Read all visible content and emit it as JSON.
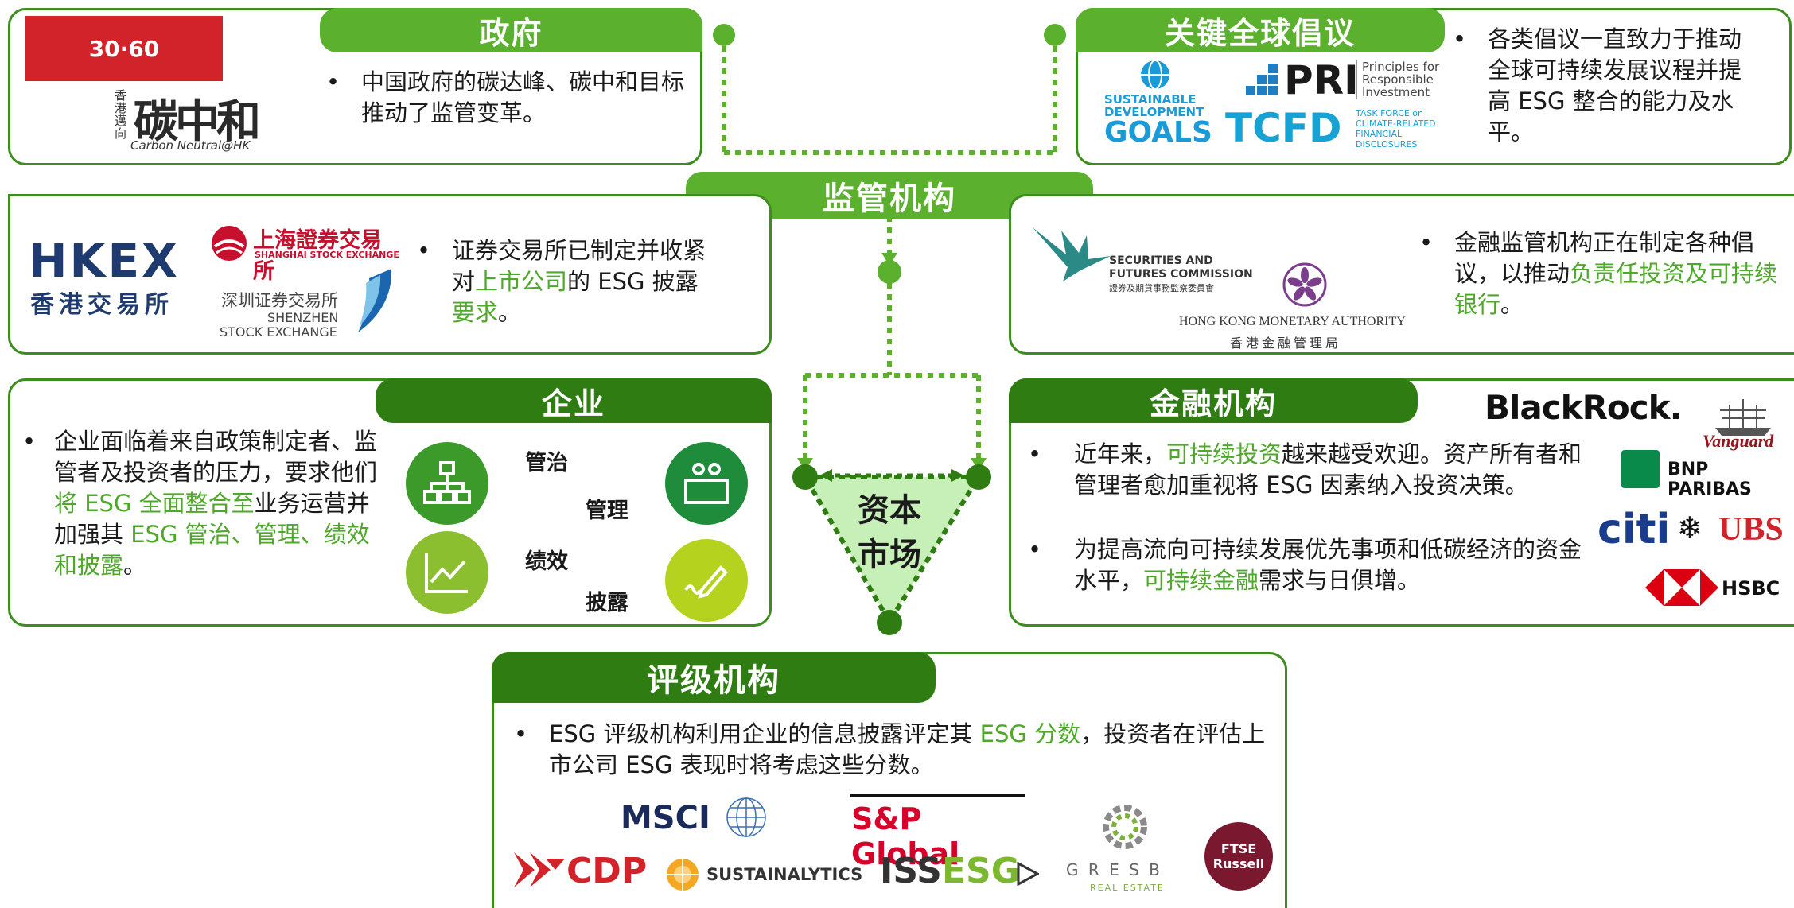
{
  "government": {
    "title": "政府",
    "badge": "30·60",
    "logo_hk_prefix": "香港邁向",
    "logo_main": "碳中和",
    "logo_sub": "Carbon Neutral@HK",
    "bullet": "中国政府的碳达峰、碳中和目标推动了监管变革。"
  },
  "initiatives": {
    "title": "关键全球倡议",
    "sdg": [
      "SUSTAINABLE",
      "DEVELOPMENT",
      "GOALS"
    ],
    "pri": "PRI",
    "pri_sub": [
      "Principles for",
      "Responsible",
      "Investment"
    ],
    "tcfd": "TCFD",
    "tcfd_sub": [
      "TASK FORCE on",
      "CLIMATE-RELATED",
      "FINANCIAL",
      "DISCLOSURES"
    ],
    "bullet": "各类倡议一直致力于推动全球可持续发展议程并提高 ESG 整合的能力及水平。"
  },
  "regulators": {
    "title": "监管机构"
  },
  "exchanges": {
    "hkex": "HKEX",
    "hkex_cn": "香港交易所",
    "sse_cn": "上海證券交易所",
    "sse_en": "SHANGHAI STOCK EXCHANGE",
    "szse_cn": "深圳证券交易所",
    "szse_en1": "SHENZHEN",
    "szse_en2": "STOCK EXCHANGE",
    "b1": "证券交易所已制定并收紧对",
    "b_hl1": "上市公司",
    "b2": "的 ESG 披露",
    "b_hl2": "要求",
    "b3": "。"
  },
  "financial_regulators": {
    "sfc_en1": "SECURITIES AND",
    "sfc_en2": "FUTURES COMMISSION",
    "sfc_cn": "證券及期貨事務監察委員會",
    "hkma_en": "HONG KONG MONETARY AUTHORITY",
    "hkma_cn": "香 港 金 融 管 理 局",
    "b1": "金融监管机构正在制定各种倡议，以推动",
    "b_hl": "负责任投资及可持续银行",
    "b2": "。"
  },
  "corporates": {
    "title": "企业",
    "b1": "企业面临着来自政策制定者、监管者及投资者的压力，要求他们",
    "b_hl1": "将 ESG 全面整合至",
    "b2": "业务运营并加强其 ",
    "b_hl2": "ESG 管治、管理、绩效和披露",
    "b3": "。",
    "labels": {
      "governance": "管治",
      "management": "管理",
      "performance": "绩效",
      "disclosure": "披露"
    }
  },
  "capital_market": {
    "line1": "资本",
    "line2": "市场"
  },
  "financial_institutions": {
    "title": "金融机构",
    "b1_1": "近年来，",
    "b1_hl": "可持续投资",
    "b1_2": "越来越受欢迎。资产所有者和管理者愈加重视将 ESG 因素纳入投资决策。",
    "b2_1": "为提高流向可持续发展优先事项和低碳经济的资金水平，",
    "b2_hl": "可持续金融",
    "b2_2": "需求与日俱增。",
    "logos": {
      "blackrock": "BlackRock.",
      "vanguard": "Vanguard",
      "bnp": "BNP PARIBAS",
      "citi": "citi",
      "ubs": "UBS",
      "hsbc": "HSBC"
    }
  },
  "rating_agencies": {
    "title": "评级机构",
    "b1": "ESG 评级机构利用企业的信息披露评定其 ",
    "b_hl": "ESG 分数",
    "b2": "，投资者在评估上市公司 ESG 表现时将考虑这些分数。",
    "logos": {
      "msci": "MSCI",
      "sp": "S&P Global",
      "cdp": "CDP",
      "sustainalytics": "SUSTAINALYTICS",
      "iss": "ISS",
      "esg": "ESG",
      "gresb": "G R E S B",
      "gresb_sub": "REAL ESTATE",
      "ftse1": "FTSE",
      "ftse2": "Russell"
    }
  },
  "colors": {
    "dark_green": "#2f7d12",
    "light_green": "#5bb02e",
    "highlight": "#4ea829",
    "red": "#d2232a"
  }
}
